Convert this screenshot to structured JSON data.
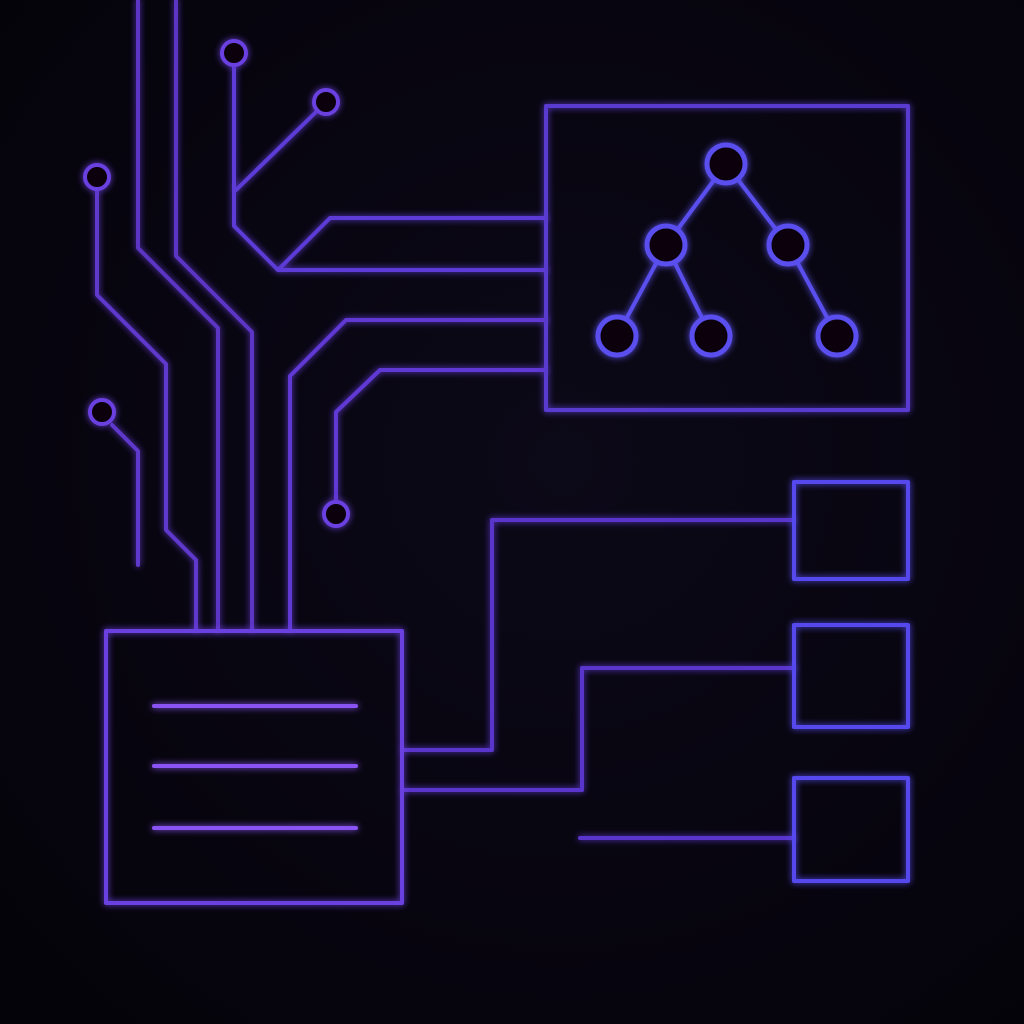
{
  "colors": {
    "background": "#07050f",
    "trace_primary": "#6a3fe0",
    "trace_secondary": "#5b35c4",
    "trace_dim": "#4a2ca6",
    "accent_blue": "#5448ee",
    "text_line": "#8a52f4",
    "node_fill": "#07050f"
  },
  "icons": {
    "tree_diagram": "hierarchy-tree-icon",
    "document": "document-lines-icon",
    "pad": "circuit-pad-icon"
  },
  "tree": {
    "levels": [
      1,
      2,
      3
    ]
  },
  "document": {
    "line_count": 3
  },
  "output_boxes": {
    "count": 3
  }
}
